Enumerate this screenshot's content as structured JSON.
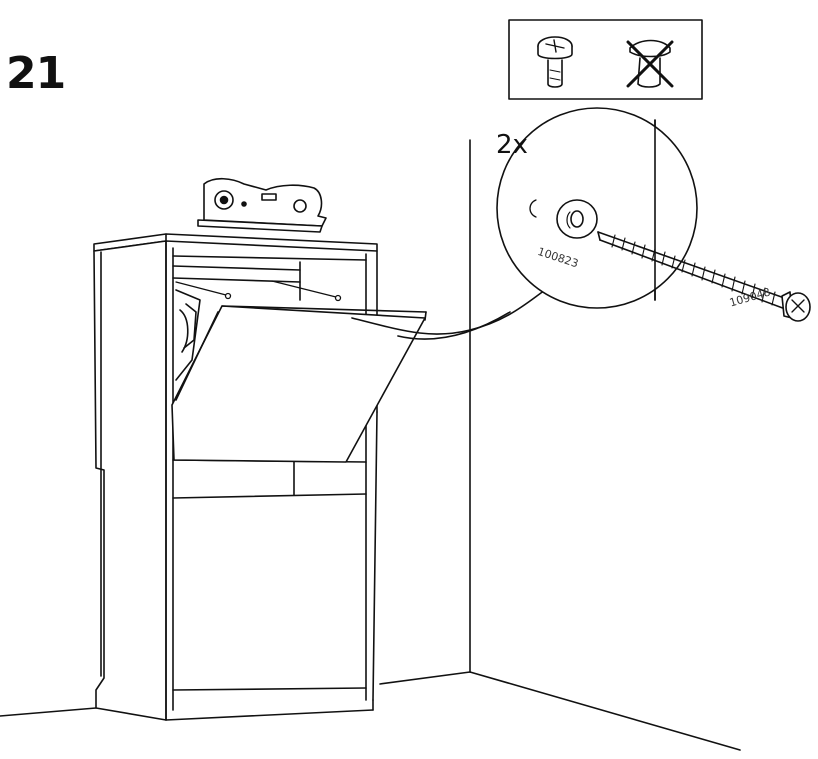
{
  "step": {
    "number": "21"
  },
  "detail": {
    "quantity": "2x",
    "parts": [
      {
        "id": "100823"
      },
      {
        "id": "109048"
      }
    ]
  },
  "hint_box": {
    "icons": [
      "correct-screw-head-icon",
      "wrong-screw-head-crossed-icon"
    ]
  }
}
